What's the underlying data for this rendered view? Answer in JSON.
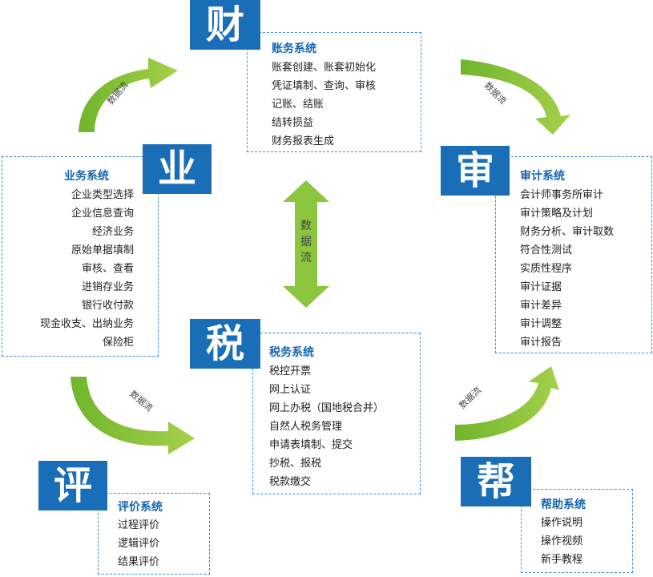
{
  "finance": {
    "badge": "财",
    "title": "账务系统",
    "items": [
      "账套创建、账套初始化",
      "凭证填制、查询、审核",
      "记账、结账",
      "结转损益",
      "财务报表生成"
    ]
  },
  "business": {
    "badge": "业",
    "title": "业务系统",
    "items": [
      "企业类型选择",
      "企业信息查询",
      "经济业务",
      "原始单据填制",
      "审核、查看",
      "进销存业务",
      "银行收付款",
      "现金收支、出纳业务",
      "保险柜"
    ]
  },
  "audit": {
    "badge": "审",
    "title": "审计系统",
    "items": [
      "会计师事务所审计",
      "审计策略及计划",
      "财务分析、审计取数",
      "符合性测试",
      "实质性程序",
      "审计证据",
      "审计差异",
      "审计调整",
      "审计报告"
    ]
  },
  "tax": {
    "badge": "税",
    "title": "税务系统",
    "items": [
      "税控开票",
      "网上认证",
      "网上办税（国地税合并）",
      "自然人税务管理",
      "申请表填制、提交",
      "抄税、报税",
      "税款缴交"
    ]
  },
  "evaluation": {
    "badge": "评",
    "title": "评价系统",
    "items": [
      "过程评价",
      "逻辑评价",
      "结果评价"
    ]
  },
  "help": {
    "badge": "帮",
    "title": "帮助系统",
    "items": [
      "操作说明",
      "操作视频",
      "新手教程"
    ]
  },
  "flow": {
    "label": "数据流",
    "chars": [
      "数",
      "据",
      "流"
    ]
  },
  "colors": {
    "accent": "#1a6eb8",
    "title": "#1565b0",
    "arrow": "#8cc63f",
    "border": "#3d8ccd"
  }
}
